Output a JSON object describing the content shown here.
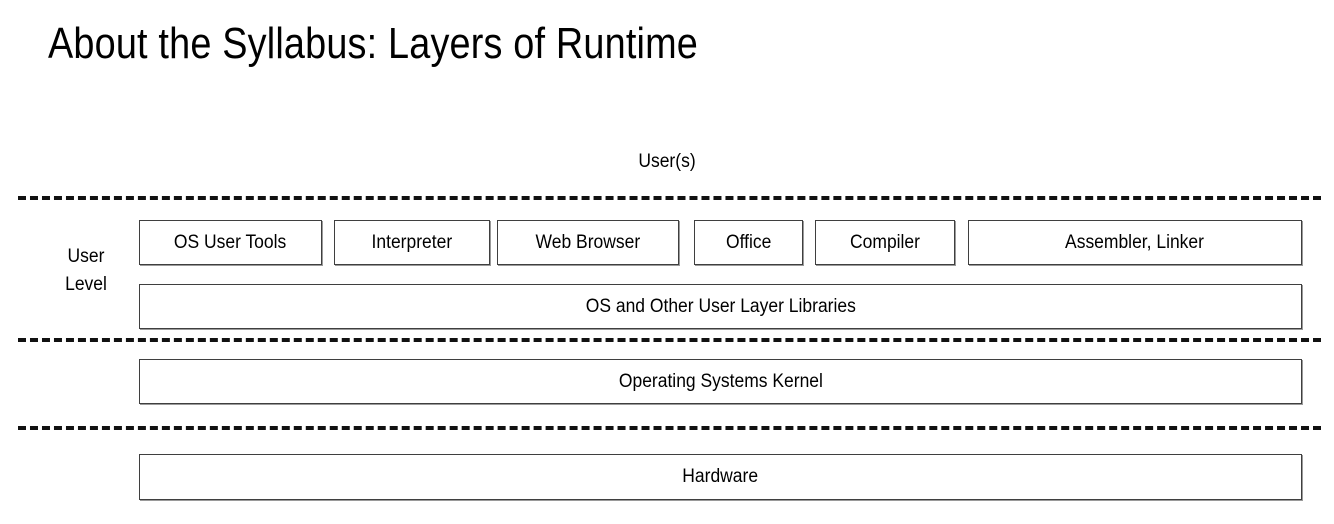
{
  "slide": {
    "title": "About the Syllabus: Layers of Runtime",
    "top_label": "User(s)",
    "side_label_line1": "User",
    "side_label_line2": "Level",
    "colors": {
      "background": "#ffffff",
      "text": "#000000",
      "box_border": "#3f3f3f",
      "box_shadow": "#9a9a9a",
      "dashed_line": "#111111"
    },
    "user_level_boxes": [
      {
        "label": "OS User Tools"
      },
      {
        "label": "Interpreter"
      },
      {
        "label": "Web Browser"
      },
      {
        "label": "Office"
      },
      {
        "label": "Compiler"
      },
      {
        "label": "Assembler, Linker"
      }
    ],
    "library_layer": {
      "label": "OS and Other User Layer Libraries"
    },
    "kernel_layer": {
      "label": "Operating Systems Kernel"
    },
    "hardware_layer": {
      "label": "Hardware"
    }
  }
}
